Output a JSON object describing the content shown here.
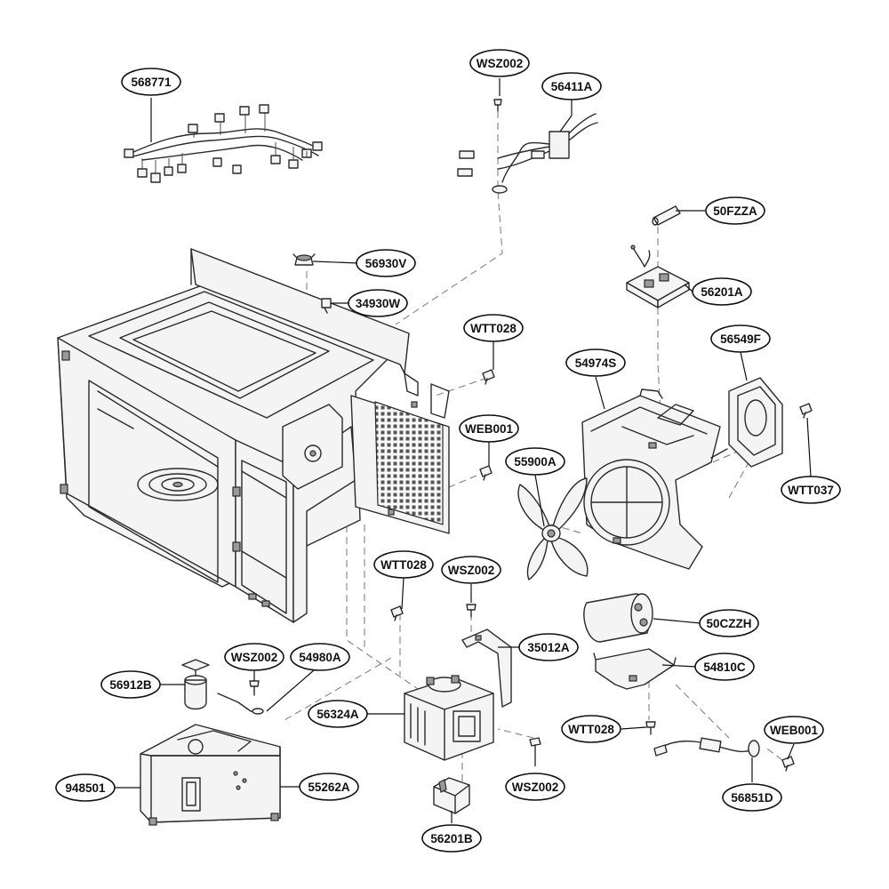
{
  "diagram": {
    "callouts": [
      {
        "id": "c01",
        "label": "568771"
      },
      {
        "id": "c02",
        "label": "WSZ002"
      },
      {
        "id": "c03",
        "label": "56411A"
      },
      {
        "id": "c04",
        "label": "50FZZA"
      },
      {
        "id": "c05",
        "label": "56930V"
      },
      {
        "id": "c06",
        "label": "34930W"
      },
      {
        "id": "c07",
        "label": "56201A"
      },
      {
        "id": "c08",
        "label": "WTT028"
      },
      {
        "id": "c09",
        "label": "56549F"
      },
      {
        "id": "c10",
        "label": "54974S"
      },
      {
        "id": "c11",
        "label": "WEB001"
      },
      {
        "id": "c12",
        "label": "55900A"
      },
      {
        "id": "c13",
        "label": "WTT037"
      },
      {
        "id": "c14",
        "label": "WTT028"
      },
      {
        "id": "c15",
        "label": "WSZ002"
      },
      {
        "id": "c16",
        "label": "50CZZH"
      },
      {
        "id": "c17",
        "label": "35012A"
      },
      {
        "id": "c18",
        "label": "WSZ002"
      },
      {
        "id": "c19",
        "label": "54980A"
      },
      {
        "id": "c20",
        "label": "54810C"
      },
      {
        "id": "c21",
        "label": "56912B"
      },
      {
        "id": "c22",
        "label": "56324A"
      },
      {
        "id": "c23",
        "label": "WTT028"
      },
      {
        "id": "c24",
        "label": "WEB001"
      },
      {
        "id": "c25",
        "label": "948501"
      },
      {
        "id": "c26",
        "label": "55262A"
      },
      {
        "id": "c27",
        "label": "WSZ002"
      },
      {
        "id": "c28",
        "label": "56851D"
      },
      {
        "id": "c29",
        "label": "56201B"
      }
    ]
  }
}
